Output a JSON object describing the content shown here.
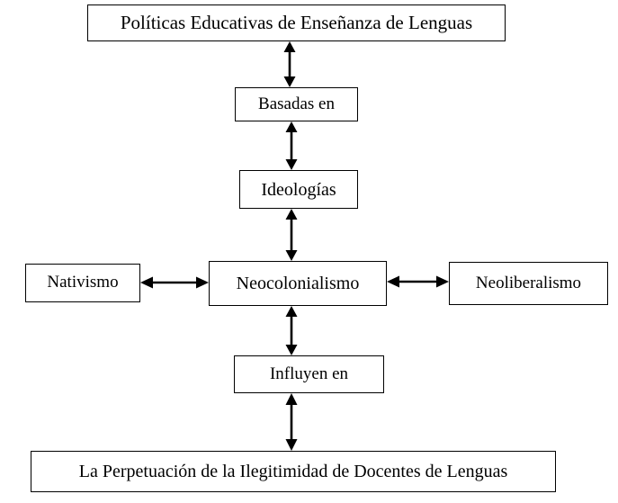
{
  "diagram": {
    "title": "Políticas Educativas de Enseñanza de Lenguas",
    "type": "flowchart",
    "orientation": "vertical-with-lateral-branches",
    "colors": {
      "background": "#ffffff",
      "box_border": "#000000",
      "box_fill": "#ffffff",
      "text": "#000000",
      "arrow": "#000000"
    },
    "nodes": [
      {
        "id": "policies",
        "label": "Políticas Educativas de Enseñanza de Lenguas",
        "level": 1,
        "column": "center"
      },
      {
        "id": "basadas",
        "label": "Basadas en",
        "level": 2,
        "column": "center"
      },
      {
        "id": "ideologias",
        "label": "Ideologías",
        "level": 3,
        "column": "center"
      },
      {
        "id": "nativismo",
        "label": "Nativismo",
        "level": 4,
        "column": "left"
      },
      {
        "id": "neocolonial",
        "label": "Neocolonialismo",
        "level": 4,
        "column": "center"
      },
      {
        "id": "neoliberal",
        "label": "Neoliberalismo",
        "level": 4,
        "column": "right"
      },
      {
        "id": "influyen",
        "label": "Influyen en",
        "level": 5,
        "column": "center"
      },
      {
        "id": "perpetuacion",
        "label": "La Perpetuación de la Ilegitimidad de Docentes de Lenguas",
        "level": 6,
        "column": "center"
      }
    ],
    "connectors": [
      {
        "id": "policies-basadas",
        "from": "policies",
        "to": "basadas",
        "style": "double-headed",
        "direction": "vertical"
      },
      {
        "id": "basadas-ideo",
        "from": "basadas",
        "to": "ideologias",
        "style": "double-headed",
        "direction": "vertical"
      },
      {
        "id": "ideo-neocol",
        "from": "ideologias",
        "to": "neocolonial",
        "style": "double-headed",
        "direction": "vertical"
      },
      {
        "id": "nativ-neocol",
        "from": "nativismo",
        "to": "neocolonial",
        "style": "double-headed",
        "direction": "horizontal"
      },
      {
        "id": "neocol-neolib",
        "from": "neocolonial",
        "to": "neoliberal",
        "style": "double-headed",
        "direction": "horizontal"
      },
      {
        "id": "neocol-influyen",
        "from": "neocolonial",
        "to": "influyen",
        "style": "double-headed",
        "direction": "vertical"
      },
      {
        "id": "influyen-perp",
        "from": "influyen",
        "to": "perpetuacion",
        "style": "double-headed",
        "direction": "vertical"
      }
    ]
  }
}
